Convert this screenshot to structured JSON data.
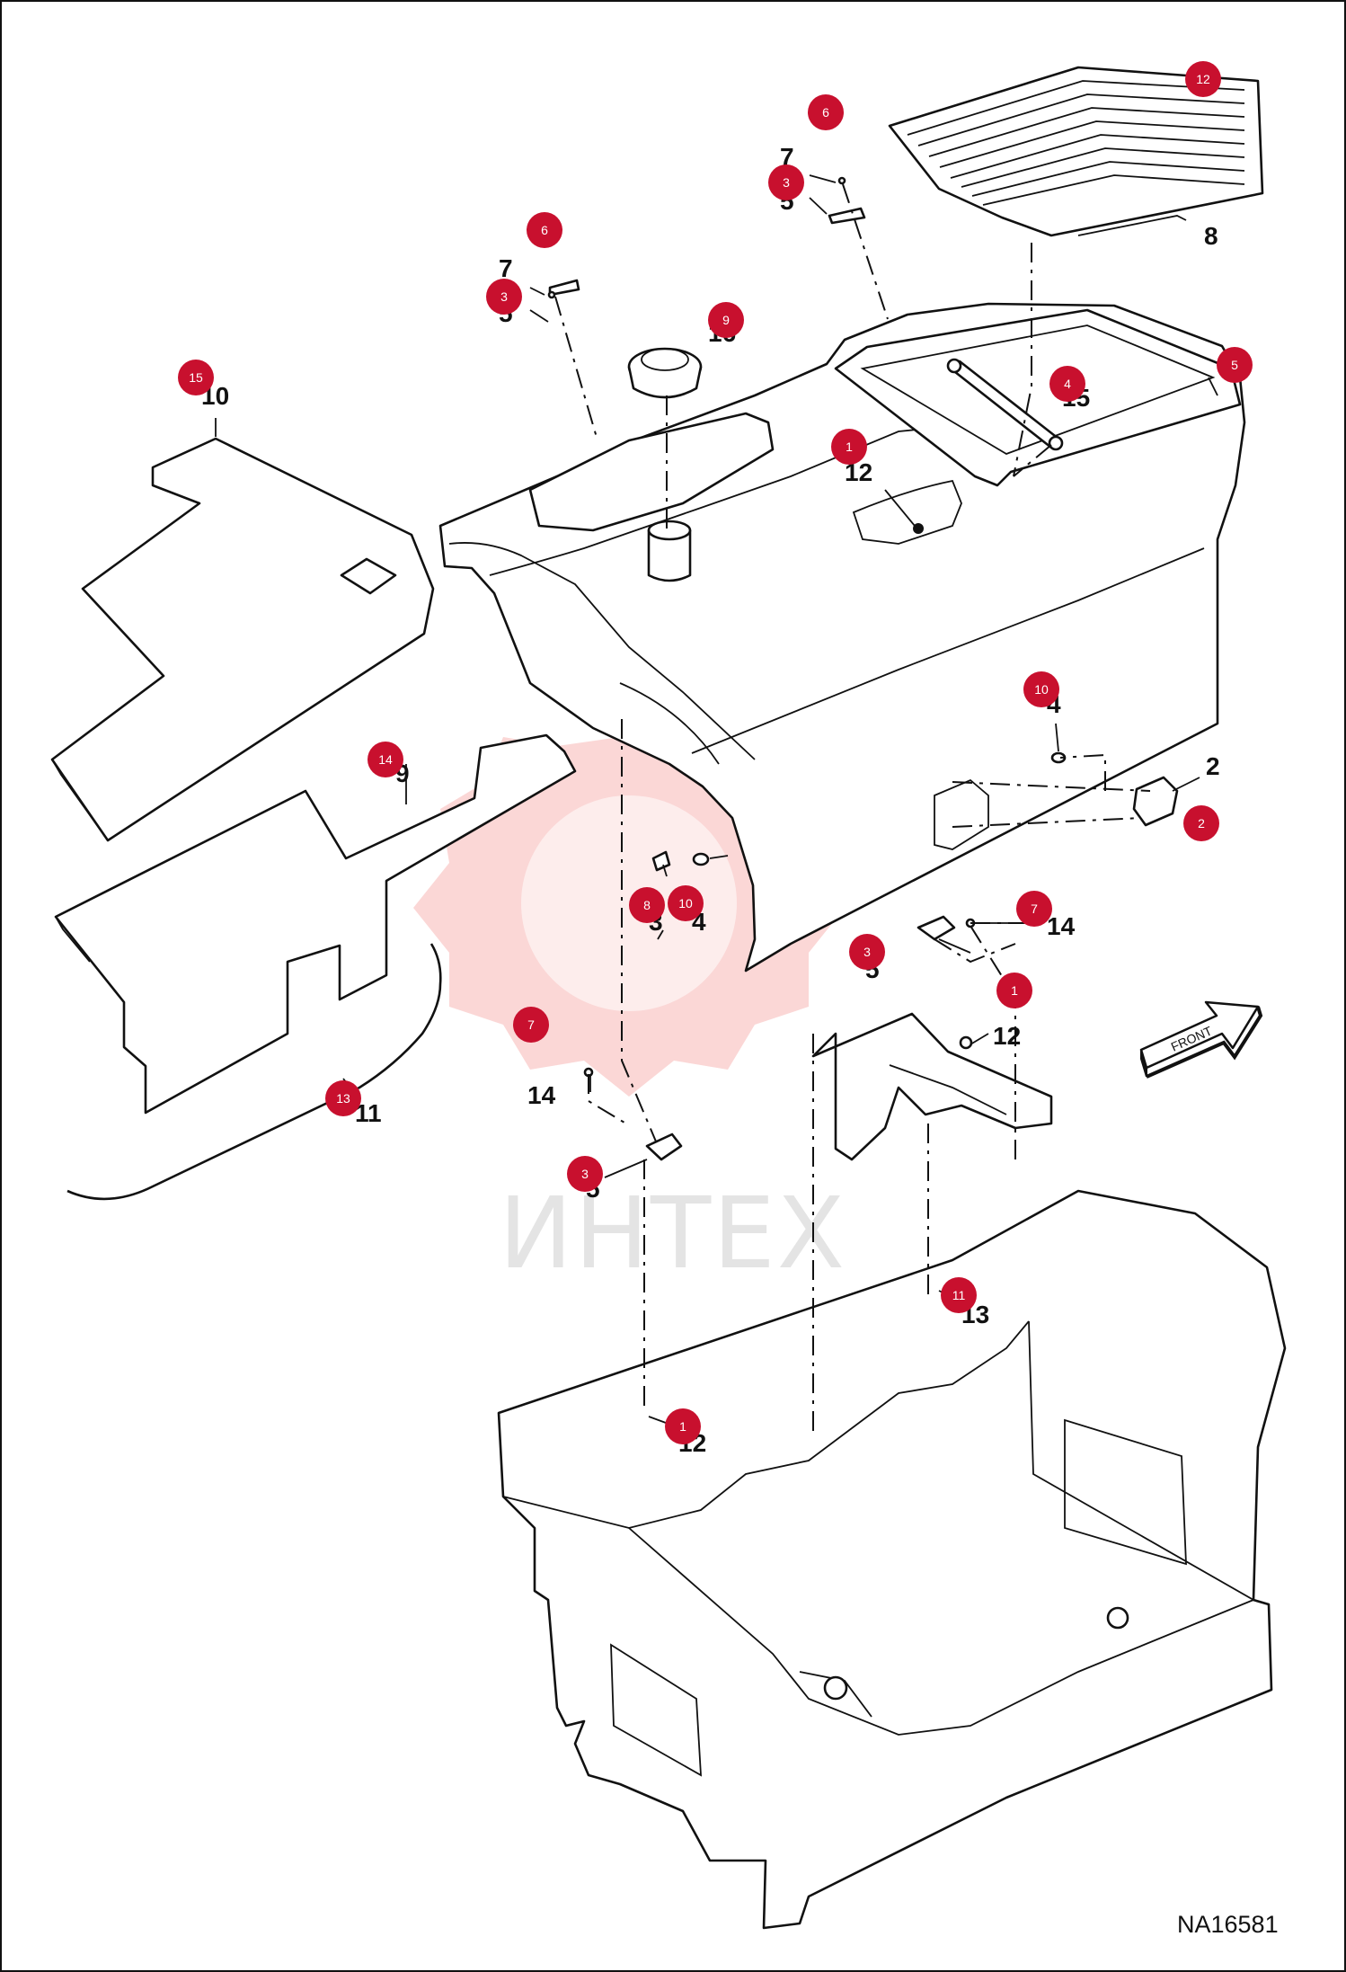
{
  "drawing_number": "NA16581",
  "watermark_text": "ИНТЕХ",
  "front_arrow_label": "FRONT",
  "accent_color": "#c8102e",
  "callouts": [
    {
      "id": "c10",
      "text": "10"
    },
    {
      "id": "c7a",
      "text": "7"
    },
    {
      "id": "c5a",
      "text": "5"
    },
    {
      "id": "c16",
      "text": "16"
    },
    {
      "id": "c7b",
      "text": "7"
    },
    {
      "id": "c5b",
      "text": "5"
    },
    {
      "id": "c8",
      "text": "8"
    },
    {
      "id": "c15",
      "text": "15"
    },
    {
      "id": "c12a",
      "text": "12"
    },
    {
      "id": "c4a",
      "text": "4"
    },
    {
      "id": "c2",
      "text": "2"
    },
    {
      "id": "c9",
      "text": "9"
    },
    {
      "id": "c3a",
      "text": "3"
    },
    {
      "id": "c4b",
      "text": "4"
    },
    {
      "id": "c5c",
      "text": "5"
    },
    {
      "id": "c14a",
      "text": "14"
    },
    {
      "id": "c12b",
      "text": "12"
    },
    {
      "id": "c11",
      "text": "11"
    },
    {
      "id": "c14b",
      "text": "14"
    },
    {
      "id": "c5d",
      "text": "5"
    },
    {
      "id": "c13",
      "text": "13"
    },
    {
      "id": "c12c",
      "text": "12"
    }
  ],
  "markers": [
    {
      "id": "m12a",
      "text": "12"
    },
    {
      "id": "m6a",
      "text": "6"
    },
    {
      "id": "m3a",
      "text": "3"
    },
    {
      "id": "m6b",
      "text": "6"
    },
    {
      "id": "m3b",
      "text": "3"
    },
    {
      "id": "m9a",
      "text": "9"
    },
    {
      "id": "m15",
      "text": "15"
    },
    {
      "id": "m5",
      "text": "5"
    },
    {
      "id": "m4",
      "text": "4"
    },
    {
      "id": "m1a",
      "text": "1"
    },
    {
      "id": "m10a",
      "text": "10"
    },
    {
      "id": "m14",
      "text": "14"
    },
    {
      "id": "m2",
      "text": "2"
    },
    {
      "id": "m8",
      "text": "8"
    },
    {
      "id": "m10b",
      "text": "10"
    },
    {
      "id": "m7a",
      "text": "7"
    },
    {
      "id": "m3c",
      "text": "3"
    },
    {
      "id": "m1b",
      "text": "1"
    },
    {
      "id": "m7b",
      "text": "7"
    },
    {
      "id": "m13",
      "text": "13"
    },
    {
      "id": "m3d",
      "text": "3"
    },
    {
      "id": "m11",
      "text": "11"
    },
    {
      "id": "m1c",
      "text": "1"
    }
  ]
}
